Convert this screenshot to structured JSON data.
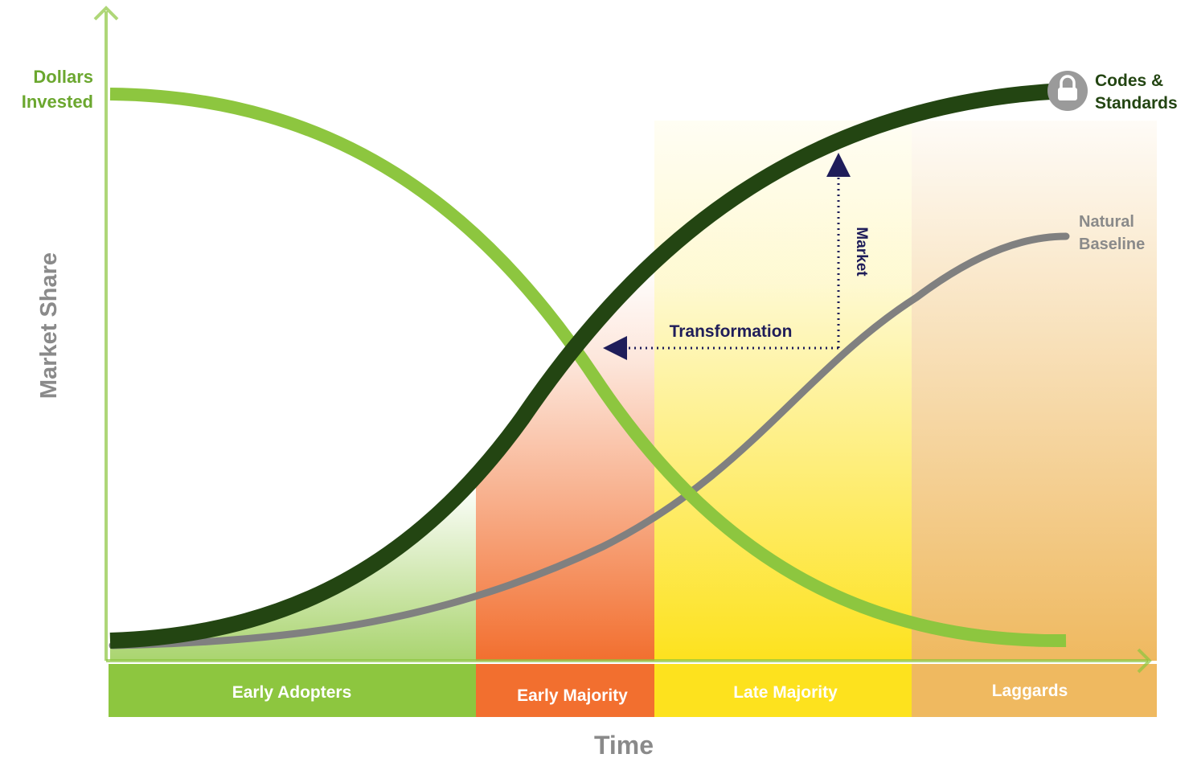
{
  "curves": {
    "dollars_label": [
      "Dollars",
      "Invested"
    ],
    "codes_label": [
      "Codes &",
      "Standards"
    ],
    "baseline_label": [
      "Natural",
      "Baseline"
    ]
  },
  "axes": {
    "y_label": "Market Share",
    "x_label": "Time"
  },
  "arrow_labels": {
    "transformation": "Transformation",
    "market": "Market"
  },
  "segments": [
    {
      "label": "Early Adopters",
      "color": "#8dc63f"
    },
    {
      "label": "Early Majority",
      "color": "#f26f2f"
    },
    {
      "label": "Late Majority",
      "color": "#fde21e"
    },
    {
      "label": "Laggards",
      "color": "#efb960"
    }
  ],
  "colors": {
    "dollars_curve": "#8dc63f",
    "codes_curve": "#234512",
    "baseline_curve": "#808080",
    "axis": "#8dc63f",
    "dotted_arrow": "#1f1d5a",
    "lock_icon": "#9a9a9a"
  }
}
